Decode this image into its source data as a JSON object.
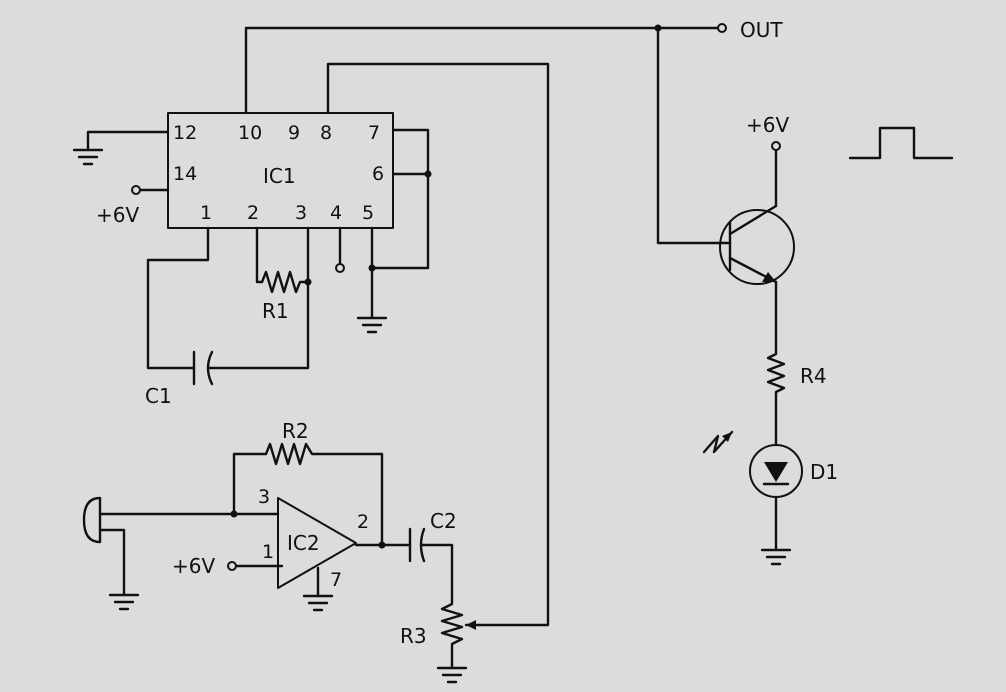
{
  "schematic": {
    "out_label": "OUT",
    "vcc_label": "+6V",
    "ic1": {
      "name": "IC1",
      "pins": {
        "p12": "12",
        "p10": "10",
        "p9": "9",
        "p8": "8",
        "p7": "7",
        "p14": "14",
        "p6": "6",
        "p1": "1",
        "p2": "2",
        "p3": "3",
        "p4": "4",
        "p5": "5"
      }
    },
    "ic2": {
      "name": "IC2",
      "pins": {
        "p3": "3",
        "p2": "2",
        "p1": "1",
        "p7": "7"
      }
    },
    "labels": {
      "r1": "R1",
      "r2": "R2",
      "r3": "R3",
      "r4": "R4",
      "c1": "C1",
      "c2": "C2",
      "d1": "D1",
      "ic1_vcc": "+6V",
      "transistor_vcc": "+6V",
      "ic2_vcc": "+6V"
    }
  }
}
